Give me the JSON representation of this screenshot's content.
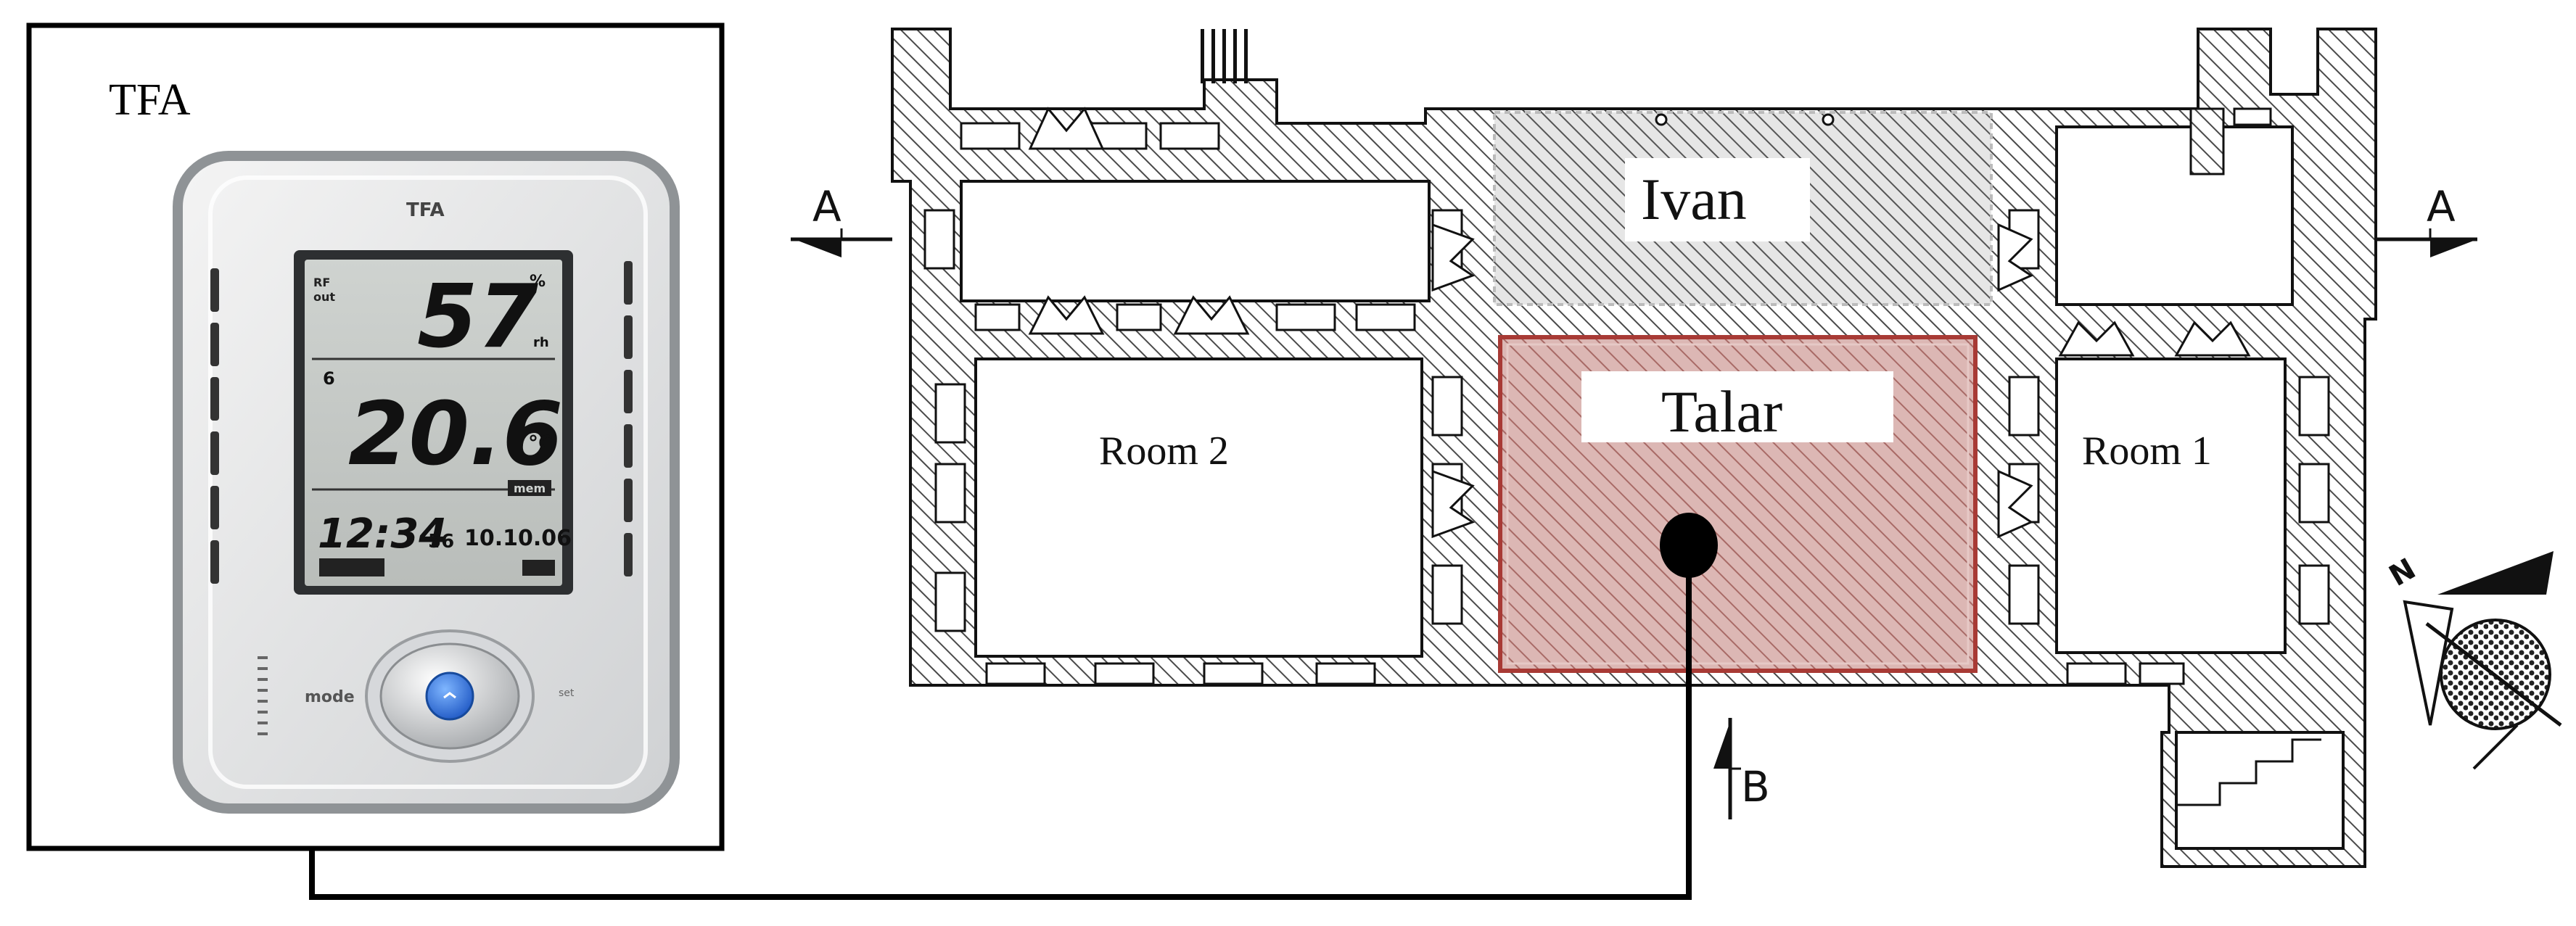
{
  "device": {
    "brand_label": "TFA",
    "logo_text": "TFA",
    "humidity": "57",
    "humidity_unit": "%",
    "humidity_unit_sub": "rh",
    "temperature": "20.6",
    "temp_unit": "°C",
    "out_tag_1": "RF",
    "out_tag_2": "out",
    "channel": "6",
    "time": "12:34",
    "seconds": "56",
    "date": "10.10.06",
    "mem_label": "mem",
    "mode_button": "mode",
    "set_label": "set"
  },
  "plan": {
    "rooms": {
      "ivan": "Ivan",
      "talar": "Talar",
      "room2": "Room 2",
      "room1": "Room 1"
    },
    "section_markers": {
      "left": "A",
      "right": "A",
      "bottom": "B"
    },
    "compass_letter": "N"
  },
  "colors": {
    "wall_hatch": "#555555",
    "talar_fill": "#c07b78",
    "talar_border": "#a83a35",
    "frame": "#000000",
    "sensor_dot": "#000000"
  }
}
